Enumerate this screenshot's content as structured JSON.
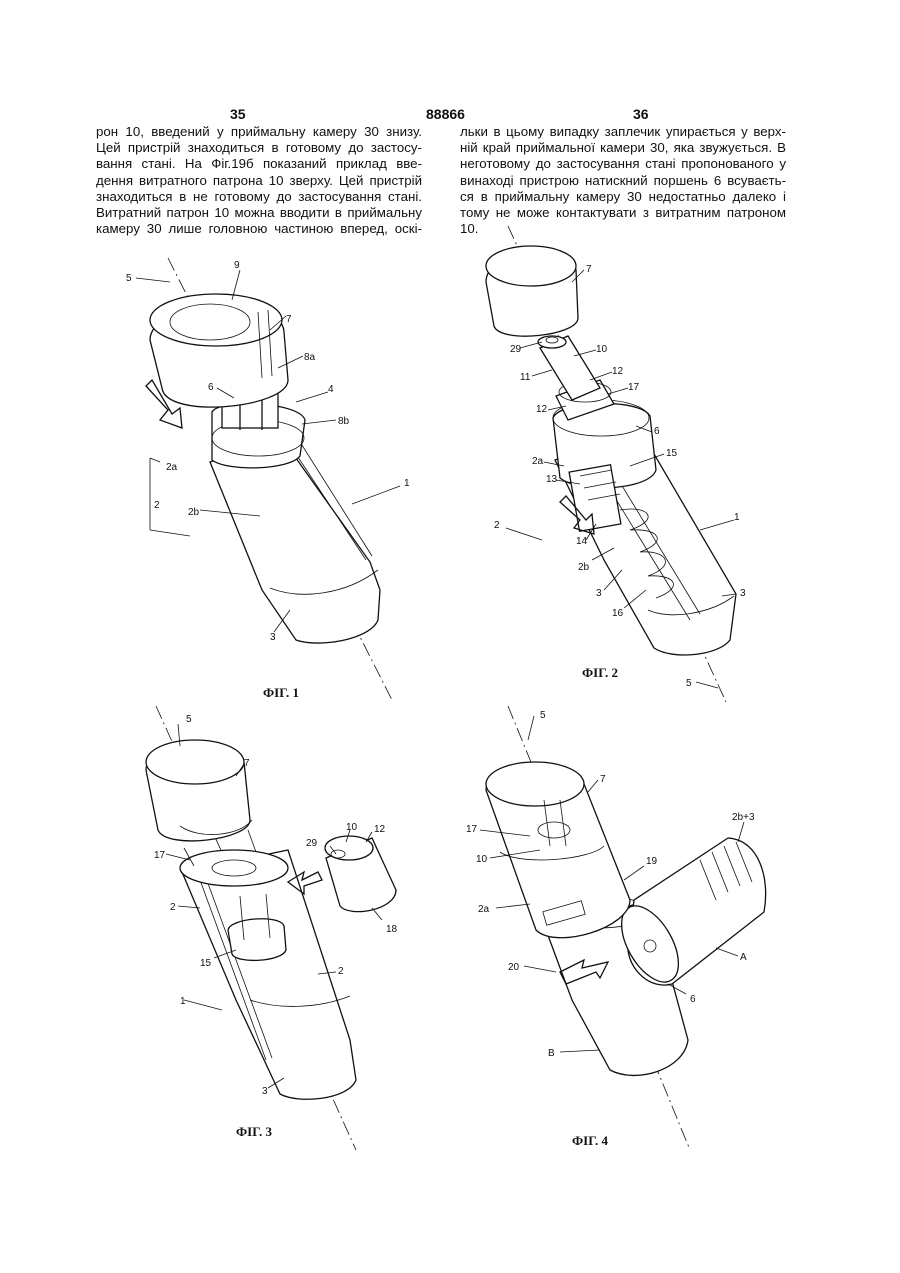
{
  "header": {
    "page_left": "35",
    "patent_no": "88866",
    "page_right": "36"
  },
  "text": {
    "left_lines": [
      "рон 10, введений у приймальну камеру 30 знизу.",
      "Цей пристрій знаходиться в готовому до застосу-",
      "вання стані. На Фіг.19б показаний приклад вве-",
      "дення витратного патрона 10 зверху. Цей пристрій",
      "знаходиться в не готовому до застосування стані.",
      "Витратний патрон 10 можна вводити в приймальну",
      "камеру 30 лише головною частиною вперед, оскі-"
    ],
    "right_lines": [
      "льки в цьому випадку заплечик упирається у верх-",
      "ній край приймальної камери 30, яка звужується. В",
      "неготовому до застосування стані пропонованого у",
      "винаході пристрою натискний поршень 6 всуваєть-",
      "ся в приймальну камеру 30 недостатньо далеко і",
      "тому не може контактувати з витратним патроном",
      "10."
    ]
  },
  "figures": {
    "fig1": {
      "caption": "ФІГ. 1",
      "labels": [
        "5",
        "9",
        "7",
        "8a",
        "6",
        "4",
        "8b",
        "2a",
        "2",
        "2b",
        "1",
        "3"
      ]
    },
    "fig2": {
      "caption": "ФІГ. 2",
      "labels": [
        "7",
        "29",
        "10",
        "11",
        "12",
        "17",
        "12",
        "6",
        "15",
        "2a",
        "13",
        "2",
        "1",
        "14",
        "2b",
        "3",
        "16",
        "3",
        "5"
      ]
    },
    "fig3": {
      "caption": "ФІГ. 3",
      "labels": [
        "5",
        "7",
        "29",
        "10",
        "12",
        "17",
        "2",
        "18",
        "15",
        "2",
        "1",
        "3"
      ]
    },
    "fig4": {
      "caption": "ФІГ. 4",
      "labels": [
        "5",
        "7",
        "2b+3",
        "17",
        "10",
        "19",
        "2a",
        "A",
        "20",
        "6",
        "B"
      ]
    }
  }
}
